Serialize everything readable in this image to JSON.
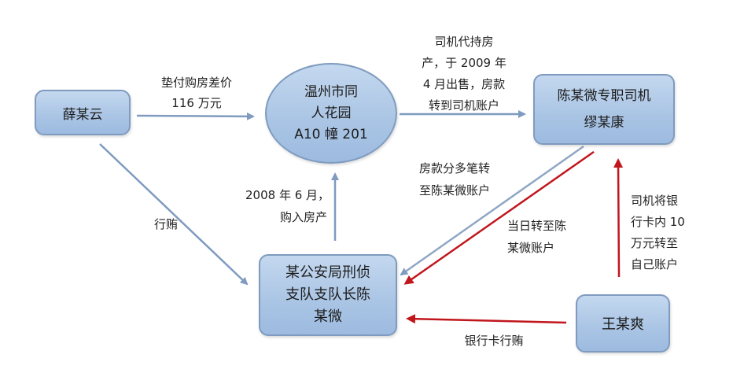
{
  "diagram": {
    "nodes": {
      "xue": {
        "lines": [
          "薛某云"
        ]
      },
      "house": {
        "lines": [
          "温州市同",
          "人花园",
          "A10 幢 201"
        ]
      },
      "driver": {
        "lines": [
          "陈某微专职司机",
          "缪某康"
        ]
      },
      "chen": {
        "lines": [
          "某公安局刑侦",
          "支队支队长陈",
          "某微"
        ]
      },
      "wang": {
        "lines": [
          "王某爽"
        ]
      }
    },
    "edges": {
      "xue_to_house": {
        "lines": [
          "垫付购房差价",
          "116 万元"
        ]
      },
      "house_to_driver": {
        "lines": [
          "司机代持房",
          "产，于 2009 年",
          "4 月出售，房款",
          "转到司机账户"
        ]
      },
      "xue_to_chen": {
        "lines": [
          "行贿"
        ]
      },
      "chen_to_house": {
        "lines": [
          "2008 年 6 月，",
          "购入房产"
        ]
      },
      "driver_to_chen_blue": {
        "lines": [
          "房款分多笔转",
          "至陈某微账户"
        ]
      },
      "driver_to_chen_red": {
        "lines": [
          "当日转至陈",
          "某微账户"
        ]
      },
      "wang_to_driver": {
        "lines": [
          "司机将银",
          "行卡内 10",
          "万元转至",
          "自己账户"
        ]
      },
      "wang_to_chen": {
        "lines": [
          "银行卡行贿"
        ]
      }
    },
    "colors": {
      "node_fill": "#a9c4e4",
      "node_border": "#7f9bbf",
      "arrow_blue": "#7f9bbf",
      "arrow_red": "#c0161c"
    }
  }
}
